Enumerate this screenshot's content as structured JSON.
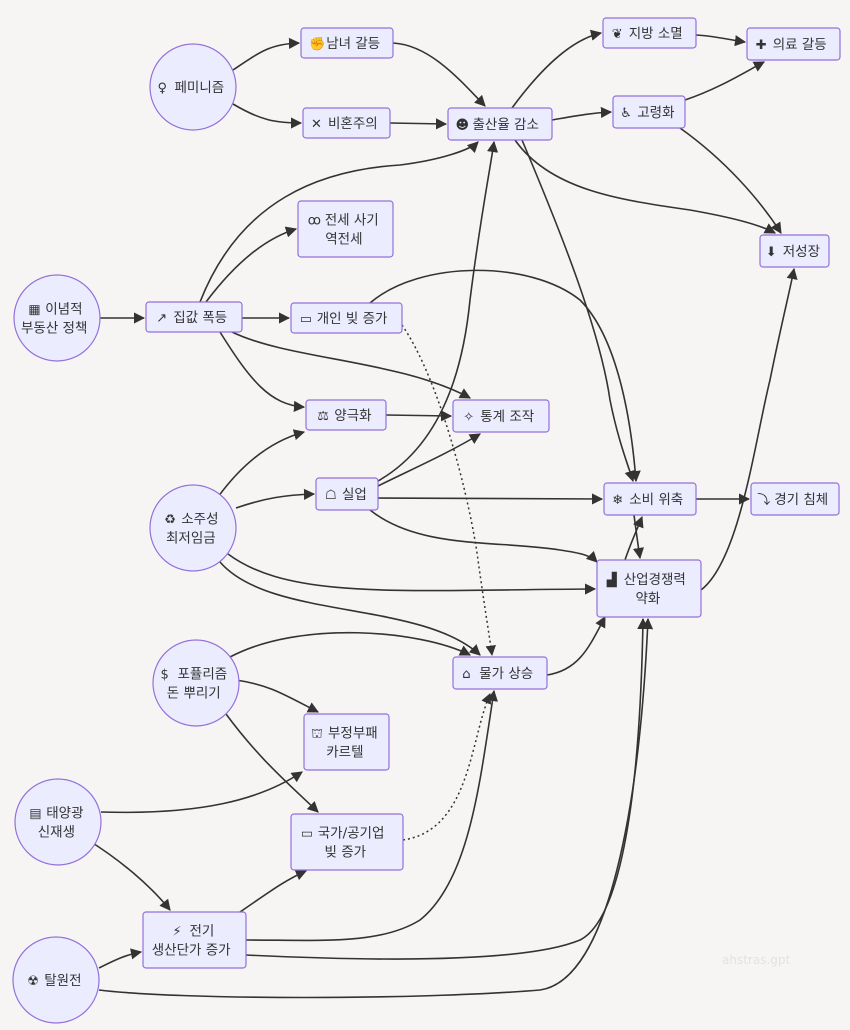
{
  "nodes": [
    {
      "id": "feminism",
      "icon": "female-icon",
      "glyph": "♀",
      "lines": [
        "페미니즘"
      ]
    },
    {
      "id": "gender_conflict",
      "icon": "fist-icon",
      "glyph": "✊",
      "lines": [
        "남녀 갈등"
      ]
    },
    {
      "id": "nonmarriage",
      "icon": "x-mark-icon",
      "glyph": "✕",
      "lines": [
        "비혼주의"
      ]
    },
    {
      "id": "birth_decline",
      "icon": "baby-icon",
      "glyph": "☻",
      "lines": [
        "출산율 감소"
      ]
    },
    {
      "id": "local_extinction",
      "icon": "wheat-icon",
      "glyph": "❦",
      "lines": [
        "지방 소멸"
      ]
    },
    {
      "id": "medical_conflict",
      "icon": "ambulance-icon",
      "glyph": "✚",
      "lines": [
        "의료 갈등"
      ]
    },
    {
      "id": "aging",
      "icon": "elderly-icon",
      "glyph": "♿",
      "lines": [
        "고령화"
      ]
    },
    {
      "id": "low_growth",
      "icon": "arrow-down-icon",
      "glyph": "⬇",
      "lines": [
        "저성장"
      ]
    },
    {
      "id": "jeonse_fraud",
      "icon": "binoculars-icon",
      "glyph": "ꝏ",
      "lines": [
        "전세 사기",
        "역전세"
      ]
    },
    {
      "id": "ideology_policy",
      "icon": "building-icon",
      "glyph": "▦",
      "lines": [
        "이념적",
        "부동산 정책"
      ]
    },
    {
      "id": "housing_surge",
      "icon": "chart-up-icon",
      "glyph": "↗",
      "lines": [
        "집값 폭등"
      ]
    },
    {
      "id": "personal_debt",
      "icon": "money-icon",
      "glyph": "▭",
      "lines": [
        "개인 빚 증가"
      ]
    },
    {
      "id": "polarization",
      "icon": "scales-icon",
      "glyph": "⚖",
      "lines": [
        "양극화"
      ]
    },
    {
      "id": "stat_manipulation",
      "icon": "magic-wand-icon",
      "glyph": "✧",
      "lines": [
        "통계 조작"
      ]
    },
    {
      "id": "income_growth",
      "icon": "recycle-icon",
      "glyph": "♻",
      "lines": [
        "소주성",
        "최저임금"
      ]
    },
    {
      "id": "unemployment",
      "icon": "couch-icon",
      "glyph": "☖",
      "lines": [
        "실업"
      ]
    },
    {
      "id": "consumption",
      "icon": "snowflake-icon",
      "glyph": "❄",
      "lines": [
        "소비 위축"
      ]
    },
    {
      "id": "recession",
      "icon": "down-turn-icon",
      "glyph": "⤵",
      "lines": [
        "경기 침체"
      ]
    },
    {
      "id": "industry_weak",
      "icon": "factory-icon",
      "glyph": "▟",
      "lines": [
        "산업경쟁력",
        "약화"
      ]
    },
    {
      "id": "populism",
      "icon": "money-bag-icon",
      "glyph": "$",
      "lines": [
        "포퓰리즘",
        "돈 뿌리기"
      ]
    },
    {
      "id": "price_rise",
      "icon": "price-house-icon",
      "glyph": "⌂",
      "lines": [
        "물가 상승"
      ]
    },
    {
      "id": "corruption",
      "icon": "bank-icon",
      "glyph": "⛫",
      "lines": [
        "부정부패",
        "카르텔"
      ]
    },
    {
      "id": "solar",
      "icon": "solar-panel-icon",
      "glyph": "▤",
      "lines": [
        "태양광",
        "신재생"
      ]
    },
    {
      "id": "state_debt",
      "icon": "money-icon",
      "glyph": "▭",
      "lines": [
        "국가/공기업",
        "빚 증가"
      ]
    },
    {
      "id": "power_cost",
      "icon": "lightning-icon",
      "glyph": "⚡",
      "lines": [
        "전기",
        "생산단가 증가"
      ]
    },
    {
      "id": "nuclear_exit",
      "icon": "radiation-icon",
      "glyph": "☢",
      "lines": [
        "탈원전"
      ]
    }
  ],
  "edges": [
    {
      "from": "feminism",
      "to": "gender_conflict",
      "style": "solid"
    },
    {
      "from": "feminism",
      "to": "nonmarriage",
      "style": "solid"
    },
    {
      "from": "gender_conflict",
      "to": "birth_decline",
      "style": "solid"
    },
    {
      "from": "nonmarriage",
      "to": "birth_decline",
      "style": "solid"
    },
    {
      "from": "birth_decline",
      "to": "local_extinction",
      "style": "solid"
    },
    {
      "from": "birth_decline",
      "to": "aging",
      "style": "solid"
    },
    {
      "from": "local_extinction",
      "to": "medical_conflict",
      "style": "solid"
    },
    {
      "from": "aging",
      "to": "medical_conflict",
      "style": "solid"
    },
    {
      "from": "aging",
      "to": "low_growth",
      "style": "solid"
    },
    {
      "from": "birth_decline",
      "to": "low_growth",
      "style": "solid"
    },
    {
      "from": "birth_decline",
      "to": "consumption",
      "style": "solid"
    },
    {
      "from": "ideology_policy",
      "to": "housing_surge",
      "style": "solid"
    },
    {
      "from": "housing_surge",
      "to": "birth_decline",
      "style": "solid"
    },
    {
      "from": "housing_surge",
      "to": "jeonse_fraud",
      "style": "solid"
    },
    {
      "from": "housing_surge",
      "to": "personal_debt",
      "style": "solid"
    },
    {
      "from": "housing_surge",
      "to": "stat_manipulation",
      "style": "solid"
    },
    {
      "from": "housing_surge",
      "to": "polarization",
      "style": "solid"
    },
    {
      "from": "personal_debt",
      "to": "consumption",
      "style": "solid"
    },
    {
      "from": "personal_debt",
      "to": "price_rise",
      "style": "dotted"
    },
    {
      "from": "polarization",
      "to": "stat_manipulation",
      "style": "solid"
    },
    {
      "from": "income_growth",
      "to": "polarization",
      "style": "solid"
    },
    {
      "from": "income_growth",
      "to": "unemployment",
      "style": "solid"
    },
    {
      "from": "income_growth",
      "to": "industry_weak",
      "style": "solid"
    },
    {
      "from": "income_growth",
      "to": "price_rise",
      "style": "solid"
    },
    {
      "from": "unemployment",
      "to": "stat_manipulation",
      "style": "solid"
    },
    {
      "from": "unemployment",
      "to": "birth_decline",
      "style": "solid"
    },
    {
      "from": "unemployment",
      "to": "consumption",
      "style": "solid"
    },
    {
      "from": "unemployment",
      "to": "industry_weak",
      "style": "solid"
    },
    {
      "from": "consumption",
      "to": "recession",
      "style": "solid"
    },
    {
      "from": "consumption",
      "to": "industry_weak",
      "style": "solid"
    },
    {
      "from": "industry_weak",
      "to": "consumption",
      "style": "solid"
    },
    {
      "from": "industry_weak",
      "to": "low_growth",
      "style": "solid"
    },
    {
      "from": "price_rise",
      "to": "industry_weak",
      "style": "solid"
    },
    {
      "from": "populism",
      "to": "price_rise",
      "style": "solid"
    },
    {
      "from": "populism",
      "to": "corruption",
      "style": "solid"
    },
    {
      "from": "populism",
      "to": "state_debt",
      "style": "solid"
    },
    {
      "from": "solar",
      "to": "corruption",
      "style": "solid"
    },
    {
      "from": "solar",
      "to": "power_cost",
      "style": "solid"
    },
    {
      "from": "power_cost",
      "to": "state_debt",
      "style": "solid"
    },
    {
      "from": "power_cost",
      "to": "price_rise",
      "style": "solid"
    },
    {
      "from": "power_cost",
      "to": "industry_weak",
      "style": "solid"
    },
    {
      "from": "nuclear_exit",
      "to": "power_cost",
      "style": "solid"
    },
    {
      "from": "nuclear_exit",
      "to": "industry_weak",
      "style": "solid"
    },
    {
      "from": "state_debt",
      "to": "price_rise",
      "style": "dotted"
    }
  ],
  "watermark": "ahstras.gpt",
  "colors": {
    "node_fill": "#ececff",
    "node_stroke": "#9370db",
    "edge": "#333333",
    "background": "#f7f5f4"
  }
}
